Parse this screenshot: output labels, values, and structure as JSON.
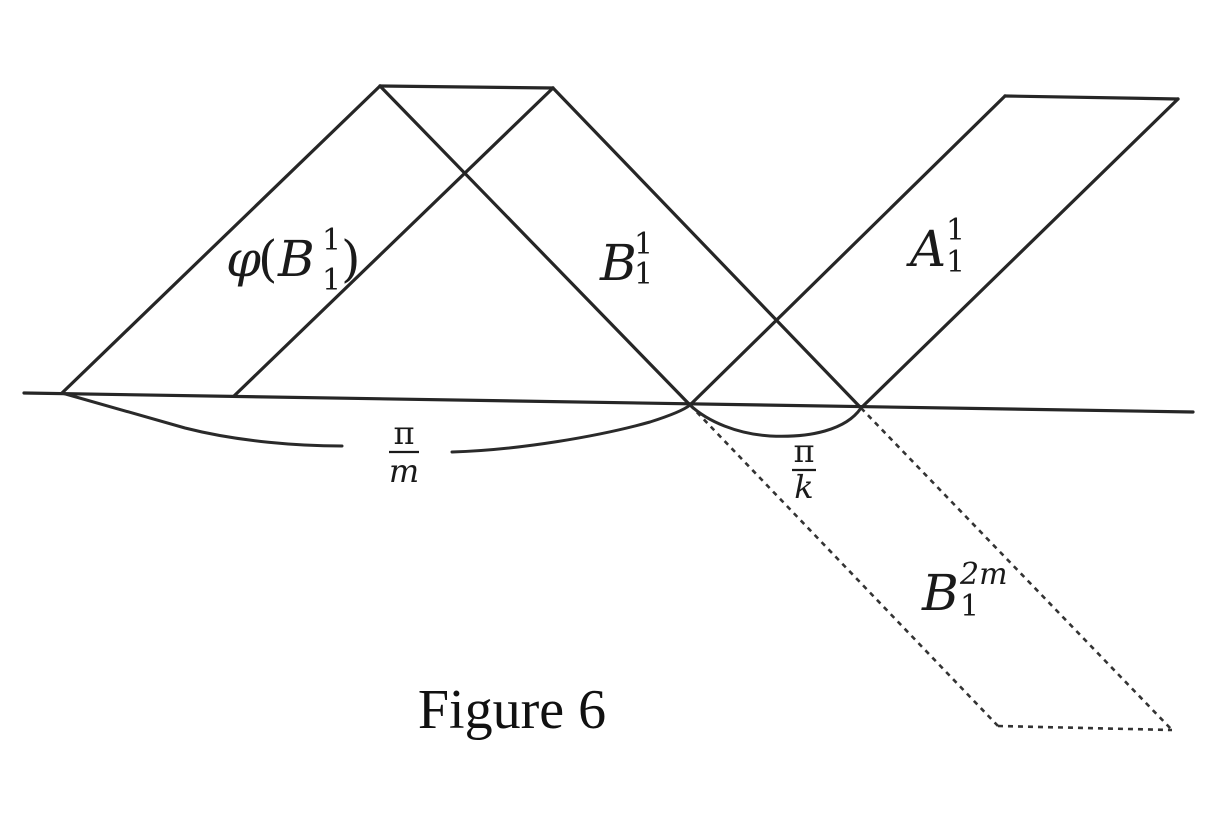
{
  "caption": "Figure 6",
  "labels": {
    "phi_b": {
      "func": "φ",
      "open": "(",
      "base": "B",
      "sup": "1",
      "sub": "1",
      "close": ")"
    },
    "b1": {
      "base": "B",
      "sup": "1",
      "sub": "1"
    },
    "a1": {
      "base": "A",
      "sup": "1",
      "sub": "1"
    },
    "b2m": {
      "base": "B",
      "sup": "2m",
      "sub": "1"
    },
    "pi_m": {
      "num": "π",
      "den": "m"
    },
    "pi_k": {
      "num": "π",
      "den": "k"
    }
  },
  "colors": {
    "ink": "#262626",
    "background": "#ffffff"
  }
}
